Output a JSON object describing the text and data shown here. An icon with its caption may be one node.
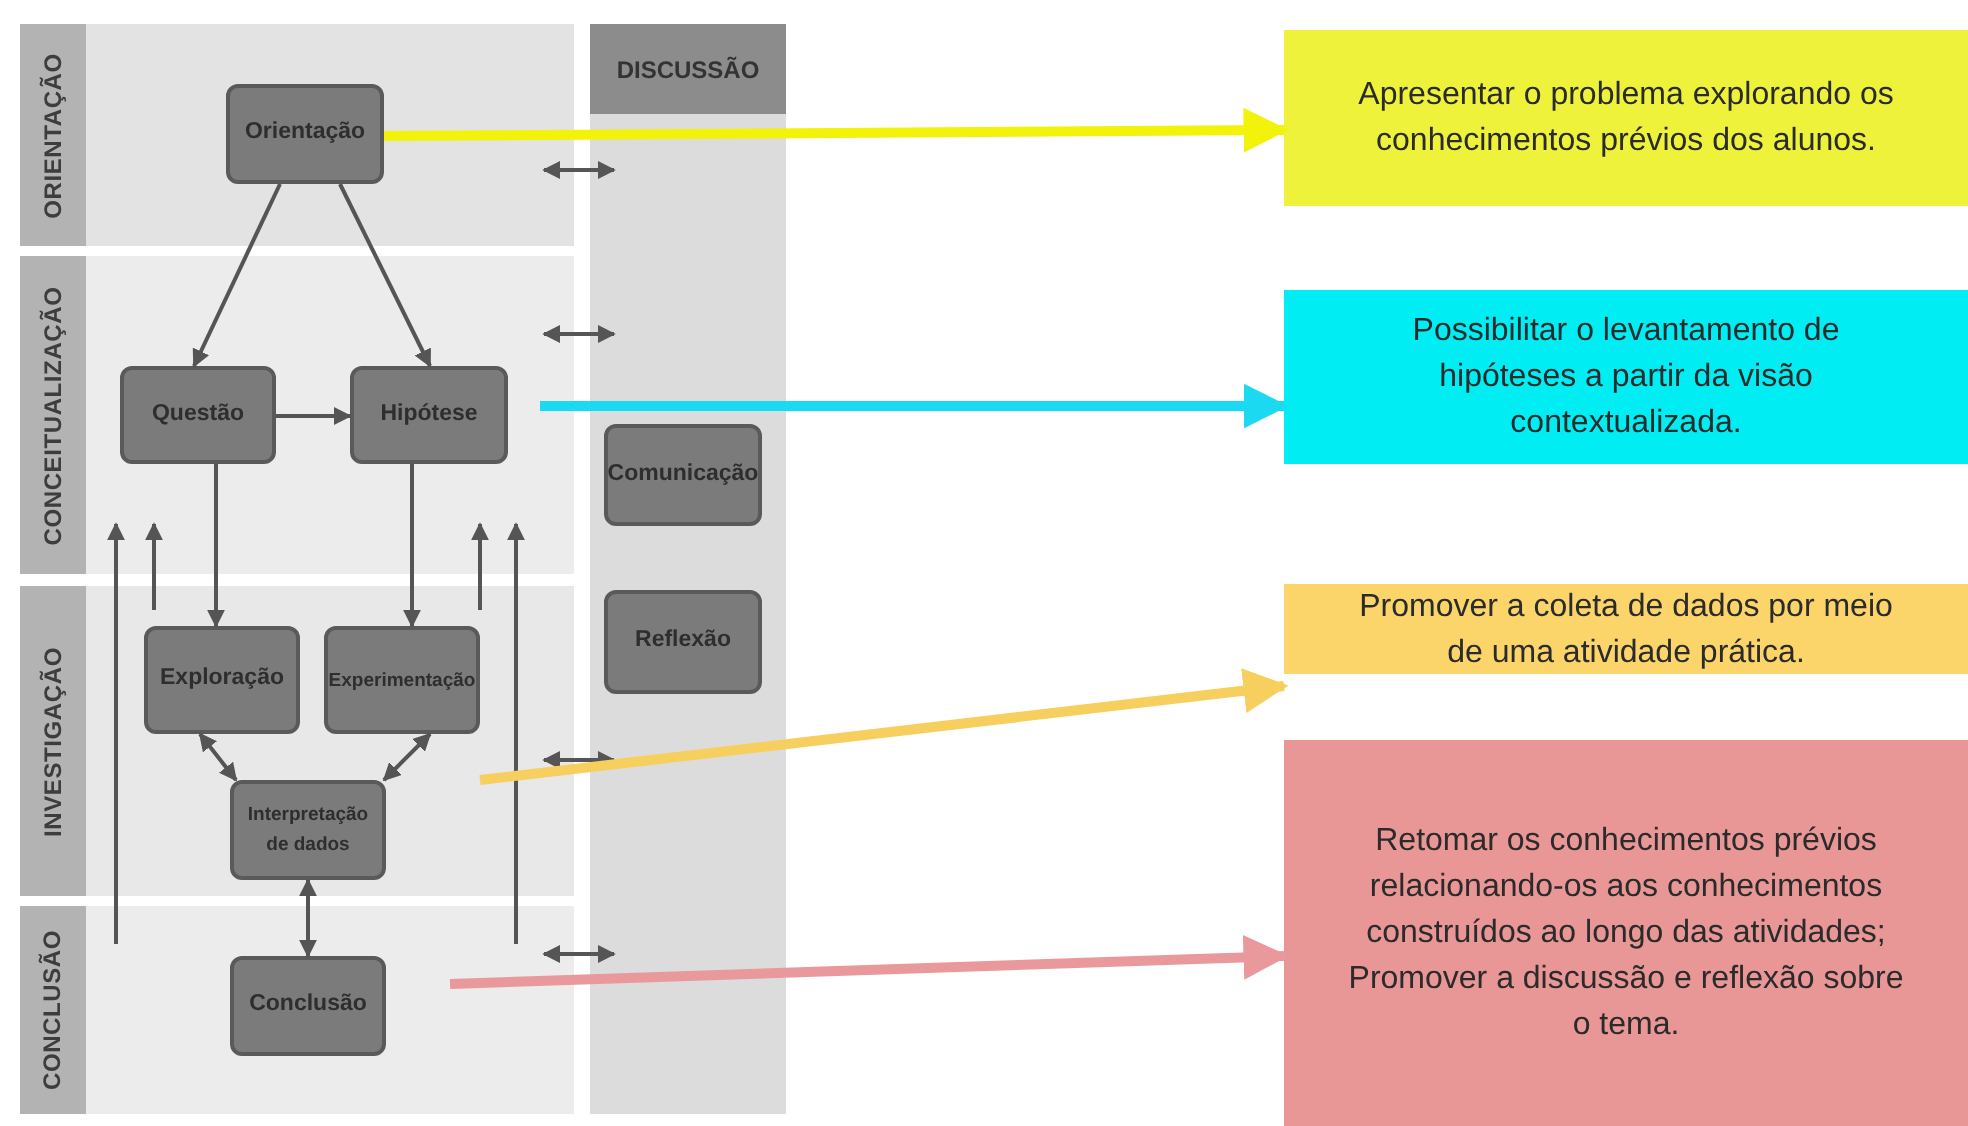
{
  "diagram": {
    "nodes": [
      {
        "text": [
          "ORIENTAÇÃO"
        ]
      },
      {
        "text": [
          "CONCEITUALIZAÇÃO"
        ]
      },
      {
        "text": [
          "INVESTIGAÇÃO"
        ]
      },
      {
        "text": [
          "CONCLUSÃO"
        ]
      },
      {
        "text": [
          "DISCUSSÃO"
        ]
      },
      {
        "text": [
          "Orientação"
        ],
        "in": 0
      },
      {
        "text": [
          "Questão"
        ],
        "in": 1
      },
      {
        "text": [
          "Hipótese"
        ],
        "in": 1
      },
      {
        "text": [
          "Comunicação"
        ],
        "in": 4
      },
      {
        "text": [
          "Exploração"
        ],
        "in": 2
      },
      {
        "text": [
          "Experimentação"
        ],
        "in": 2
      },
      {
        "text": [
          "Interpretação de dados"
        ],
        "in": 2
      },
      {
        "text": [
          "Conclusão"
        ],
        "in": 3
      },
      {
        "text": [
          "Reflexão"
        ],
        "in": 4
      },
      {
        "text": [
          "Apresentar o problema explorando os conhecimentos prévios dos alunos."
        ]
      },
      {
        "text": [
          "Possibilitar o levantamento de hipóteses a partir da visão contextualizada."
        ]
      },
      {
        "text": [
          "Promover a coleta de dados por meio de uma atividade prática."
        ]
      },
      {
        "text": [
          "Retomar os conhecimentos prévios relacionando-os aos conhecimentos construídos ao longo das atividades; Promover a discussão e reflexão sobre o tema."
        ]
      }
    ],
    "edges": [
      {
        "from": 5,
        "to": 6,
        "arrow": "to"
      },
      {
        "from": 5,
        "to": 7,
        "arrow": "to"
      },
      {
        "from": 6,
        "to": 7,
        "arrow": "to"
      },
      {
        "from": 6,
        "to": 9,
        "arrow": "to"
      },
      {
        "from": 7,
        "to": 10,
        "arrow": "to"
      },
      {
        "from": 9,
        "to": 11,
        "arrow": "both"
      },
      {
        "from": 10,
        "to": 11,
        "arrow": "both"
      },
      {
        "from": 11,
        "to": 12,
        "arrow": "both"
      },
      {
        "from": 3,
        "to": 1,
        "arrow": "to"
      },
      {
        "from": 2,
        "to": 1,
        "arrow": "to"
      },
      {
        "from": 2,
        "to": 1,
        "arrow": "to"
      },
      {
        "from": 3,
        "to": 1,
        "arrow": "to"
      },
      {
        "from": 0,
        "to": 4,
        "arrow": "both"
      },
      {
        "from": 1,
        "to": 4,
        "arrow": "both"
      },
      {
        "from": 2,
        "to": 4,
        "arrow": "both"
      },
      {
        "from": 3,
        "to": 4,
        "arrow": "both"
      },
      {
        "from": 5,
        "to": 14,
        "arrow": "to",
        "style": "thick",
        "color": "#f2f20a"
      },
      {
        "from": 7,
        "to": 15,
        "arrow": "to",
        "style": "thick",
        "color": "#1ad9f0"
      },
      {
        "from": null,
        "to": 16,
        "arrow": "to",
        "style": "thick",
        "color": "#f7cf5f"
      },
      {
        "from": 12,
        "to": 17,
        "arrow": "to",
        "style": "thick",
        "color": "#e9999c"
      }
    ]
  }
}
